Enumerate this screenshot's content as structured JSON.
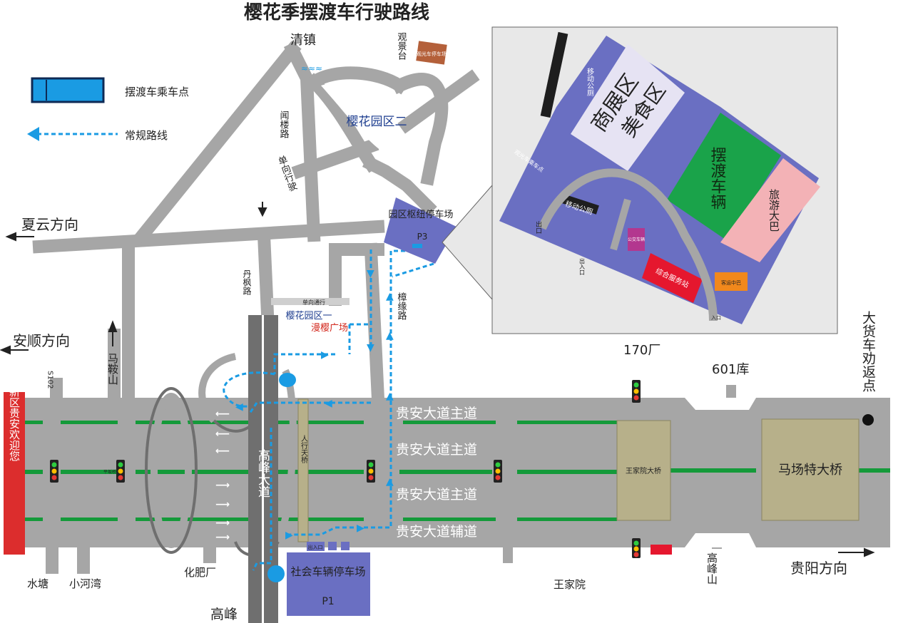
{
  "title": "樱花季摆渡车行驶路线",
  "legend": {
    "bus_stop_label": "摆渡车乘车点",
    "route_label": "常规路线"
  },
  "places": {
    "qingzhen": "清镇",
    "guanjingtai": "观景台",
    "guanguang_parking": "观光车停车场",
    "wenlou_road": "闻楼路",
    "one_way": "单向行驶",
    "park_zone_2": "樱花园区二",
    "xiayun": "夏云方向",
    "hub_parking_name": "园区枢纽停车场",
    "hub_parking_code": "P3",
    "danfeng_road": "丹枫路",
    "one_way_lane": "单向通行",
    "park_zone_1": "樱花园区一",
    "manying_square": "漫樱广场",
    "zhangyuan_road": "樟缘路",
    "anshun": "安顺方向",
    "maanshan": "马鞍山",
    "s102": "S102",
    "welcome_sign": "国家级新区贵安欢迎您",
    "gaofeng_avenue": "高峰大道",
    "footbridge": "人行天桥",
    "main_road_1": "贵安大道主道",
    "main_road_2": "贵安大道主道",
    "main_road_3": "贵安大道主道",
    "aux_road": "贵安大道辅道",
    "factory_170": "170厂",
    "depot_601": "601库",
    "truck_turn": "大货车劝返点",
    "wangjiayuan_bridge": "王家院大桥",
    "machang_bridge": "马场特大桥",
    "shuitang": "水塘",
    "xiaohewan": "小河湾",
    "fertilizer": "化肥厂",
    "social_parking_name": "社会车辆停车场",
    "social_parking_code": "P1",
    "gaofeng_bottom": "高峰",
    "wangjiayuan": "王家院",
    "gaofengshan": "高峰山",
    "guiyang": "贵阳方向",
    "entrance": "出入口",
    "pingban_bridge": "平坂桥",
    "exit_small": "出口"
  },
  "inset": {
    "zone_commerce": "商展区",
    "zone_food": "美食区",
    "shuttle_vehicles": "摆渡车辆",
    "tour_bus": "旅游大巴",
    "toilet_1": "移动公厕",
    "toilet_2": "移动公厕",
    "sightseeing_stop": "观光车乘车点",
    "public_transit": "公交车辆",
    "service_station": "综合服务站",
    "passenger_bus": "客运中巴",
    "exit": "出口",
    "entrance_exit": "出入口",
    "entrance": "入口"
  },
  "colors": {
    "road": "#a6a6a6",
    "road_dark": "#6f6f6f",
    "route": "#1a9be3",
    "parking": "#6a6fc2",
    "lane_green": "#149a3a",
    "food_zone": "#e6e3f3",
    "shuttle_zone": "#1aa34a",
    "tour_zone": "#f3b2b6",
    "service_red": "#e5172e",
    "bus_orange": "#f1881c",
    "welcome_red": "#dc2d2d",
    "bridge": "#b7b08a"
  }
}
